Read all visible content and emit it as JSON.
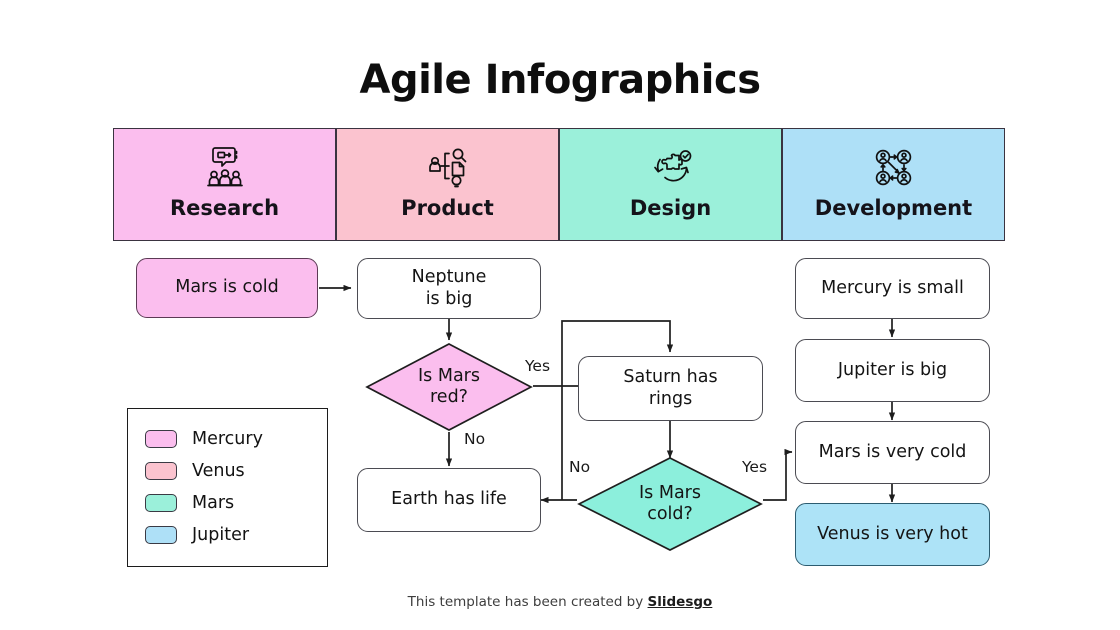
{
  "page_title": "Agile Infographics",
  "phases": [
    {
      "label": "Research",
      "icon": "people-speech-bubble-icon",
      "color": "#FBBEEE"
    },
    {
      "label": "Product",
      "icon": "person-research-branch-icon",
      "color": "#FBC3CF"
    },
    {
      "label": "Design",
      "icon": "puzzle-refresh-check-icon",
      "color": "#9BF0DA"
    },
    {
      "label": "Development",
      "icon": "users-network-cycle-icon",
      "color": "#AEE0F7"
    }
  ],
  "flow": {
    "nodes": [
      {
        "id": "mars-is-cold",
        "text": "Mars is cold",
        "shape": "box",
        "fill": "pink"
      },
      {
        "id": "neptune-is-big",
        "text": "Neptune\nis big",
        "shape": "box",
        "fill": "white"
      },
      {
        "id": "is-mars-red",
        "text": "Is Mars\nred?",
        "shape": "diamond",
        "fill": "pink"
      },
      {
        "id": "saturn-has-rings",
        "text": "Saturn has\nrings",
        "shape": "box",
        "fill": "white"
      },
      {
        "id": "earth-has-life",
        "text": "Earth has life",
        "shape": "box",
        "fill": "white"
      },
      {
        "id": "is-mars-cold",
        "text": "Is Mars\ncold?",
        "shape": "diamond",
        "fill": "teal"
      },
      {
        "id": "mercury-is-small",
        "text": "Mercury is small",
        "shape": "box",
        "fill": "white"
      },
      {
        "id": "jupiter-is-big",
        "text": "Jupiter is big",
        "shape": "box",
        "fill": "white"
      },
      {
        "id": "mars-is-very-cold",
        "text": "Mars is very cold",
        "shape": "box",
        "fill": "white"
      },
      {
        "id": "venus-is-very-hot",
        "text": "Venus is very hot",
        "shape": "box",
        "fill": "blue"
      }
    ],
    "node_text": {
      "mars_is_cold": "Mars is cold",
      "neptune_is_big_line1": "Neptune",
      "neptune_is_big_line2": "is big",
      "is_mars_red_line1": "Is Mars",
      "is_mars_red_line2": "red?",
      "saturn_has_rings_line1": "Saturn has",
      "saturn_has_rings_line2": "rings",
      "earth_has_life": "Earth has life",
      "is_mars_cold_line1": "Is Mars",
      "is_mars_cold_line2": "cold?",
      "mercury_is_small": "Mercury is small",
      "jupiter_is_big": "Jupiter is big",
      "mars_is_very_cold": "Mars is very cold",
      "venus_is_very_hot": "Venus is very hot"
    },
    "edge_labels": {
      "red_yes": "Yes",
      "red_no": "No",
      "cold_no": "No",
      "cold_yes": "Yes"
    }
  },
  "legend": {
    "items": [
      {
        "label": "Mercury",
        "color": "#FBBEEE"
      },
      {
        "label": "Venus",
        "color": "#FBC3CF"
      },
      {
        "label": "Mars",
        "color": "#9BF0DA"
      },
      {
        "label": "Jupiter",
        "color": "#AEE0F7"
      }
    ]
  },
  "footer": {
    "text": "This template has been created by ",
    "brand": "Slidesgo"
  }
}
